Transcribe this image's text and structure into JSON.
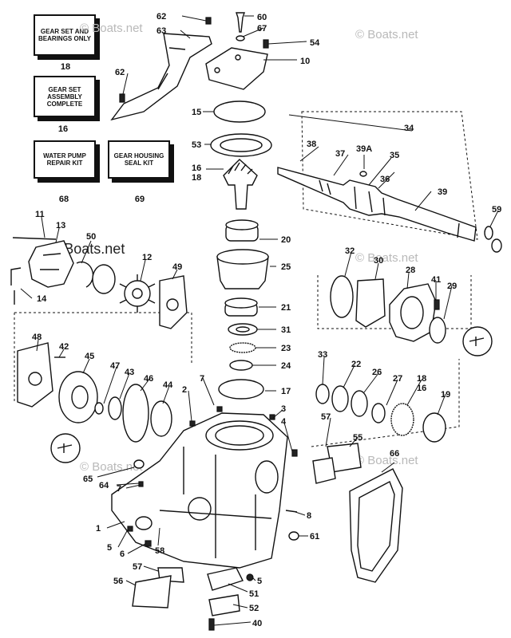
{
  "watermark": "© Boats.net",
  "kits": [
    {
      "text": "GEAR SET AND BEARINGS ONLY",
      "number": "18"
    },
    {
      "text": "GEAR SET ASSEMBLY COMPLETE",
      "number": "16"
    },
    {
      "text": "WATER PUMP REPAIR KIT",
      "number": "68"
    },
    {
      "text": "GEAR HOUSING SEAL KIT",
      "number": "69"
    }
  ],
  "labels": {
    "p62a": "62",
    "p63": "63",
    "p60": "60",
    "p67": "67",
    "p54": "54",
    "p10": "10",
    "p62b": "62",
    "p15": "15",
    "p53": "53",
    "p16a": "16",
    "p18a": "18",
    "p34": "34",
    "p38": "38",
    "p37": "37",
    "p39A": "39A",
    "p35": "35",
    "p36": "36",
    "p39": "39",
    "p59": "59",
    "p20": "20",
    "p25": "25",
    "p21": "21",
    "p31": "31",
    "p23": "23",
    "p24": "24",
    "p17": "17",
    "p11": "11",
    "p13": "13",
    "p50": "50",
    "p12": "12",
    "p49": "49",
    "p14": "14",
    "p32": "32",
    "p30": "30",
    "p28": "28",
    "p41": "41",
    "p29": "29",
    "p48": "48",
    "p42": "42",
    "p45": "45",
    "p47": "47",
    "p43": "43",
    "p46": "46",
    "p44": "44",
    "p7a": "7",
    "p2": "2",
    "p3": "3",
    "p4": "4",
    "p33": "33",
    "p22": "22",
    "p26": "26",
    "p27": "27",
    "p18b": "18",
    "p16b": "16",
    "p19": "19",
    "p57a": "57",
    "p55": "55",
    "p66": "66",
    "p65": "65",
    "p64": "64",
    "p7b": "7",
    "p8": "8",
    "p1": "1",
    "p5a": "5",
    "p6": "6",
    "p58": "58",
    "p61": "61",
    "p57b": "57",
    "p56": "56",
    "p5b": "5",
    "p51": "51",
    "p52": "52",
    "p40": "40"
  }
}
